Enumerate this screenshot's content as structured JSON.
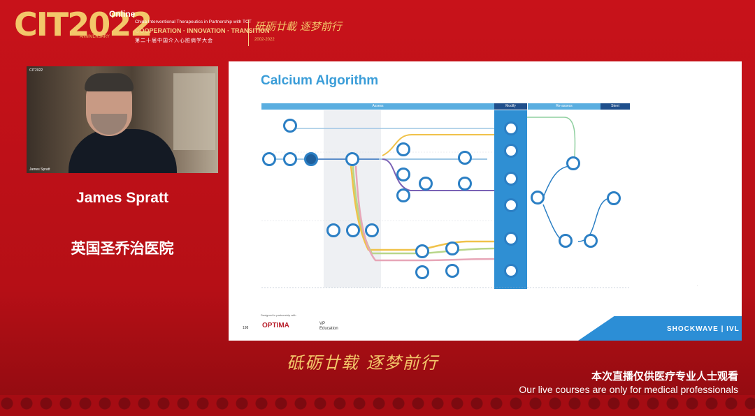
{
  "header": {
    "logo_text": "CIT2022",
    "logo_online": "Online",
    "logo_anniversary": "ANNIVERSARY",
    "line1": "China Interventional Therapeutics in Partnership with TCT",
    "line2": "COOPERATION · INNOVATION · TRANSITION",
    "line3": "第二十届中国介入心脏病学大会",
    "slogan": "砥砺廿載 逐梦前行",
    "years": "2002-2022"
  },
  "camera": {
    "tag": "CIT2022",
    "name": "James Spratt"
  },
  "speaker": {
    "name": "James Spratt",
    "hospital": "英国圣乔治医院"
  },
  "slide": {
    "title": "Calcium Algorithm",
    "sections": [
      "Assess",
      "Modify",
      "Re-assess",
      "Stent"
    ],
    "page": "198",
    "designed_with": "Designed in partnership with",
    "optima": "OPTIMA",
    "vp_line1": "VP",
    "vp_line2": "Education",
    "shockwave": "SHOCKWAVE | IVL"
  },
  "colors": {
    "background": "#c8121a",
    "gold": "#f3c76a",
    "slide_title": "#3a9dd8",
    "bar_blue": "#5aaee0",
    "bar_dark": "#1f4f8c",
    "footer_blue": "#2c8ed6"
  },
  "footer": {
    "slogan": "砥砺廿载 逐梦前行",
    "notice_cn": "本次直播仅供医疗专业人士观看",
    "notice_en": "Our live courses are only for medical professionals"
  }
}
